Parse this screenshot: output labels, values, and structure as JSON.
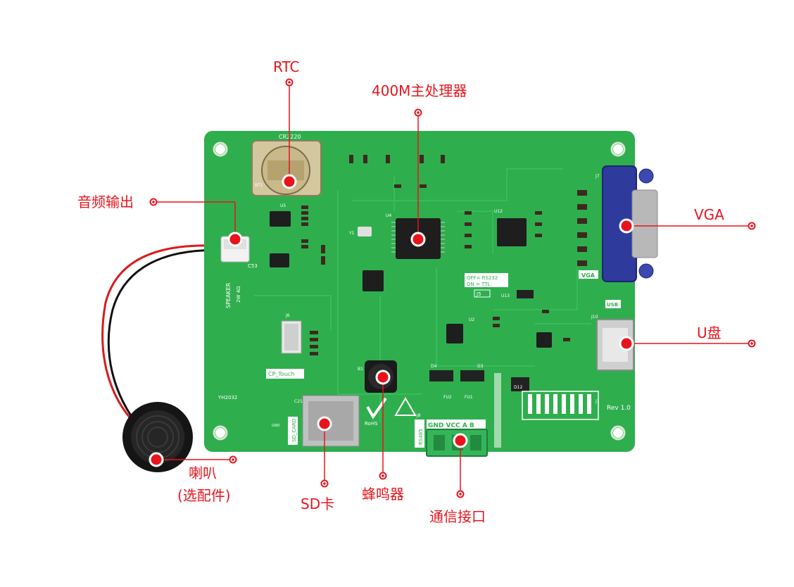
{
  "callouts": {
    "rtc": "RTC",
    "cpu": "400M主处理器",
    "audio_out": "音频输出",
    "vga": "VGA",
    "usb_disk": "U盘",
    "speaker_line1": "喇叭",
    "speaker_line2": "(选配件)",
    "sd_card": "SD卡",
    "buzzer": "蜂鸣器",
    "comm_port": "通信接口"
  },
  "silkscreen": {
    "battery": "CR2220",
    "battery_ref": "BT1",
    "speaker": "SPEAKER",
    "speaker_rating": "2W 4Ω",
    "touch": "CP_Touch",
    "sd_card": "SD_CARD",
    "serial_off": "OFF= RS232",
    "serial_on": "ON = TTL",
    "vga": "VGA",
    "usb": "USB",
    "terminal": "GND VCC A B",
    "rs485": "RS485",
    "rev": "Rev 1.0",
    "model": "YH2032",
    "rohs": "RoHS",
    "gnd": "GND",
    "j5": "J5",
    "u2": "U2",
    "u4": "U4",
    "u12": "U12",
    "u13": "U13",
    "u5": "U5",
    "j6": "J6",
    "j7": "J7",
    "j10": "J10",
    "j8": "J8",
    "j1": "J1",
    "c53": "C53",
    "y1": "Y1",
    "b1": "B1",
    "c21": "C21",
    "fu1": "FU1",
    "fu2": "FU2",
    "d3": "D3",
    "d4": "D4",
    "d12": "D12"
  },
  "colors": {
    "callout": "#e8141c",
    "pcb": "#2fae4e",
    "pcb_dark": "#249640",
    "silkscreen": "#ffffff",
    "vga_connector": "#2e3a9c",
    "terminal_block": "#35b55a",
    "chip": "#1e1e1e"
  }
}
